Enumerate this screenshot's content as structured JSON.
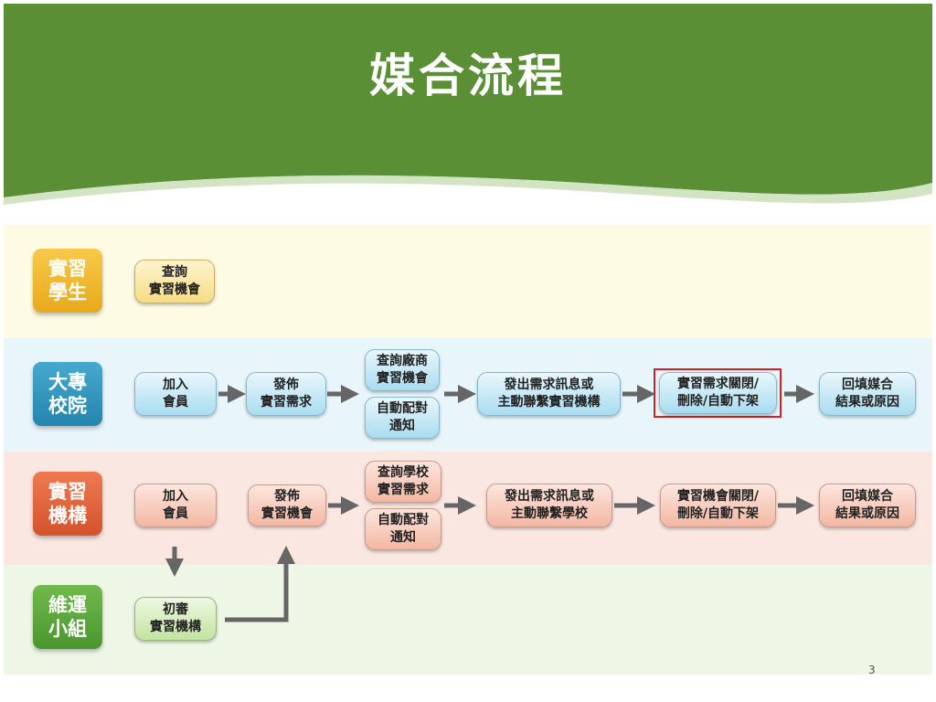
{
  "slide": {
    "title": "媒合流程",
    "page_number": "3"
  },
  "colors": {
    "header_green": "#5a8f36",
    "student_label": "#f0b62a",
    "college_label": "#2c95bd",
    "institution_label": "#e2623a",
    "ops_label": "#5aa63a",
    "student_band": "#fefbe5",
    "college_band": "#e8f6fb",
    "institution_band": "#fbe7e1",
    "ops_band": "#eef6e6",
    "highlight_border": "#d42020",
    "arrow": "#666666"
  },
  "lanes": [
    {
      "label": [
        "實習",
        "學生"
      ],
      "nodes": [
        {
          "lines": [
            "查詢",
            "實習機會"
          ]
        }
      ]
    },
    {
      "label": [
        "大專",
        "校院"
      ],
      "nodes": [
        {
          "lines": [
            "加入",
            "會員"
          ]
        },
        {
          "lines": [
            "發佈",
            "實習需求"
          ]
        },
        {
          "lines": [
            "查詢廠商",
            "實習機會"
          ]
        },
        {
          "lines": [
            "自動配對",
            "通知"
          ]
        },
        {
          "lines": [
            "發出需求訊息或",
            "主動聯繫實習機構"
          ]
        },
        {
          "lines": [
            "實習需求關閉/",
            "刪除/自動下架"
          ],
          "highlighted": true
        },
        {
          "lines": [
            "回填媒合",
            "結果或原因"
          ]
        }
      ]
    },
    {
      "label": [
        "實習",
        "機構"
      ],
      "nodes": [
        {
          "lines": [
            "加入",
            "會員"
          ]
        },
        {
          "lines": [
            "發佈",
            "實習機會"
          ]
        },
        {
          "lines": [
            "查詢學校",
            "實習需求"
          ]
        },
        {
          "lines": [
            "自動配對",
            "通知"
          ]
        },
        {
          "lines": [
            "發出需求訊息或",
            "主動聯繫學校"
          ]
        },
        {
          "lines": [
            "實習機會關閉/",
            "刪除/自動下架"
          ]
        },
        {
          "lines": [
            "回填媒合",
            "結果或原因"
          ]
        }
      ]
    },
    {
      "label": [
        "維運",
        "小組"
      ],
      "nodes": [
        {
          "lines": [
            "初審",
            "實習機構"
          ]
        }
      ]
    }
  ]
}
